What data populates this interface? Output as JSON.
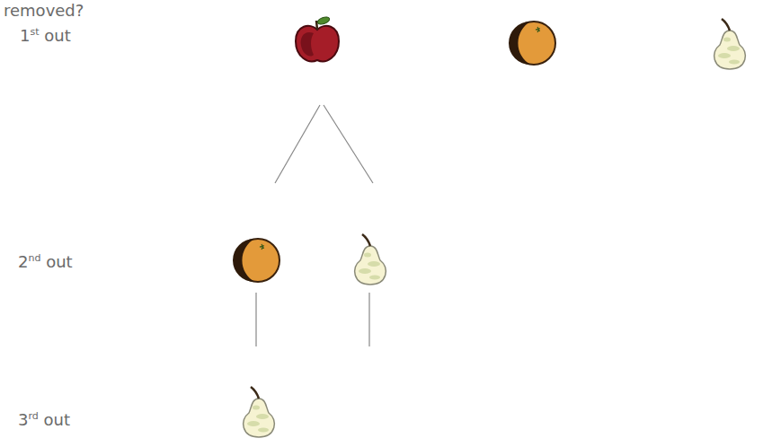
{
  "diagram": {
    "labels": [
      "removed?",
      "1st out",
      "2nd out",
      "3rd out"
    ]
  }
}
